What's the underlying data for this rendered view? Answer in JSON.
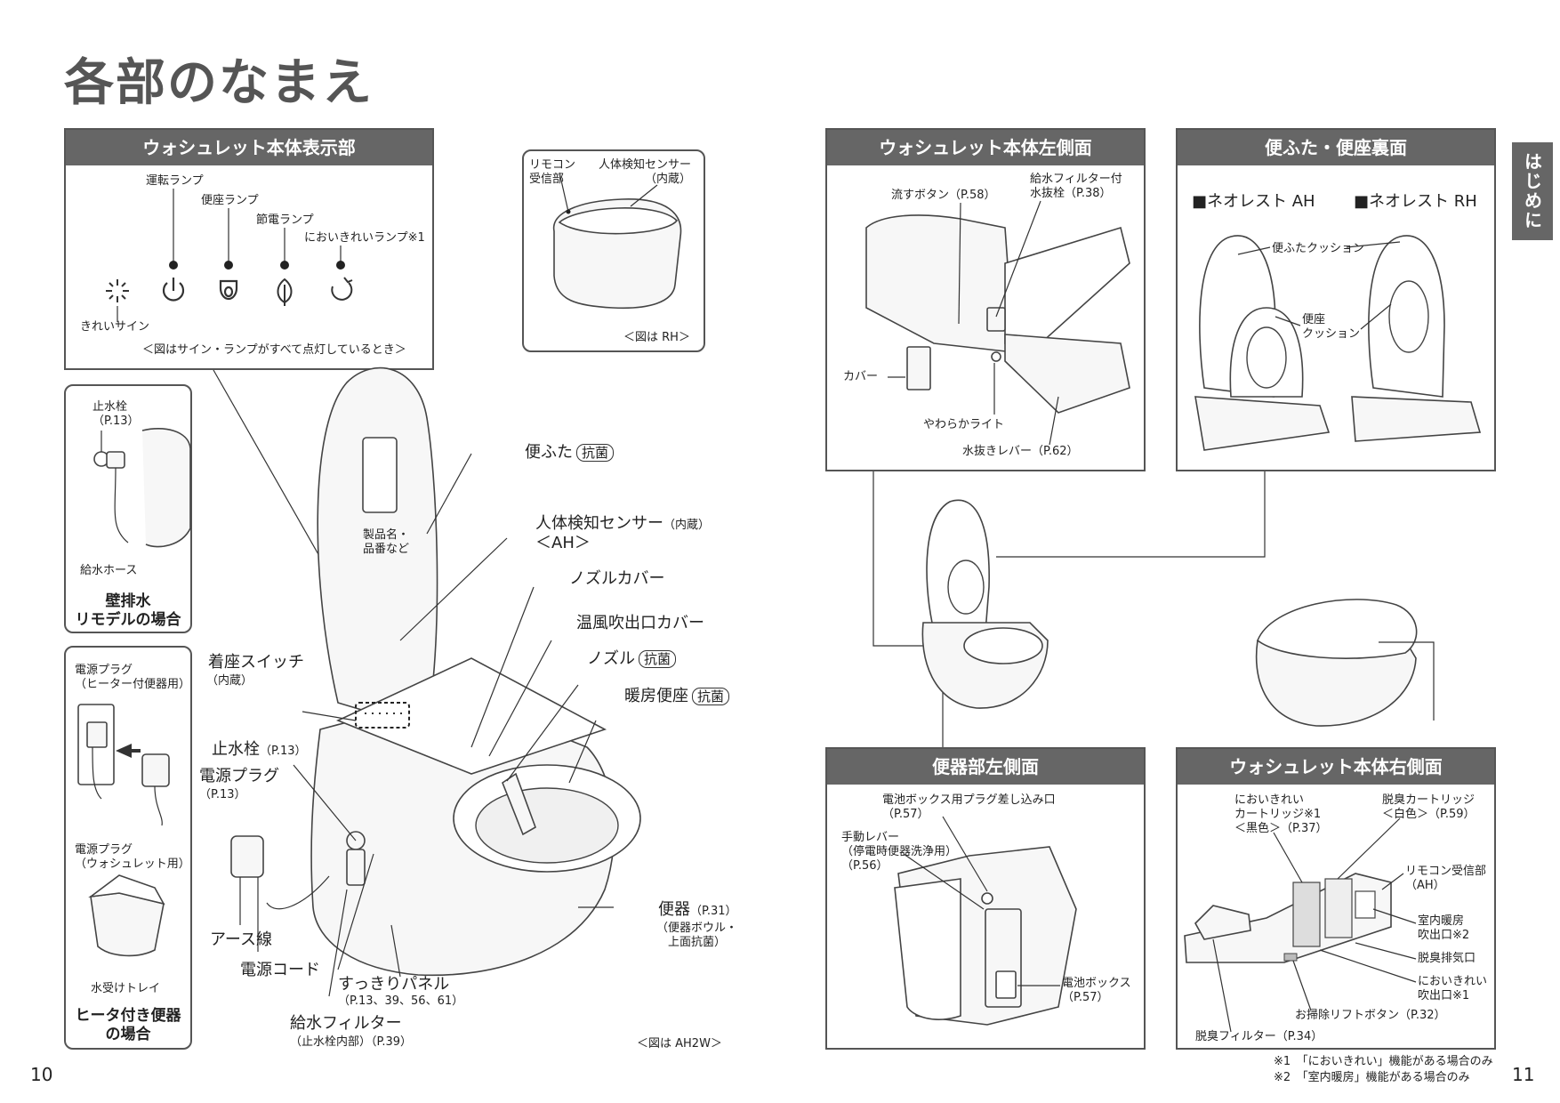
{
  "title": "各部のなまえ",
  "side_tab": "はじめに",
  "page_left": "10",
  "page_right": "11",
  "display_panel": {
    "header": "ウォシュレット本体表示部",
    "lamp_run": "運転ランプ",
    "lamp_seat": "便座ランプ",
    "lamp_eco": "節電ランプ",
    "lamp_odor": "においきれいランプ※1",
    "sign": "きれいサイン",
    "note": "＜図はサイン・ランプがすべて点灯しているとき＞"
  },
  "remote_panel": {
    "receiver": "リモコン\n受信部",
    "sensor": "人体検知センサー\n（内蔵）",
    "note": "＜図は RH＞"
  },
  "wall_panel": {
    "stop_valve": "止水栓\n（P.13）",
    "hose": "給水ホース",
    "caption": "壁排水\nリモデルの場合"
  },
  "heater_panel": {
    "plug1": "電源プラグ\n（ヒーター付便器用）",
    "plug2": "電源プラグ\n（ウォシュレット用）",
    "tray": "水受けトレイ",
    "caption": "ヒータ付き便器\nの場合"
  },
  "main": {
    "lid": "便ふた",
    "antibac": "抗菌",
    "sensor": "人体検知センサー",
    "sensor_sub": "（内蔵）",
    "sensor_ah": "＜AH＞",
    "product": "製品名・\n品番など",
    "nozzle_cover": "ノズルカバー",
    "dryer_cover": "温風吹出口カバー",
    "nozzle": "ノズル",
    "heated_seat": "暖房便座",
    "seat_switch": "着座スイッチ",
    "seat_switch_sub": "（内蔵）",
    "stop_valve": "止水栓",
    "stop_valve_ref": "（P.13）",
    "power_plug": "電源プラグ",
    "power_plug_ref": "（P.13）",
    "ground": "アース線",
    "cord": "電源コード",
    "panel": "すっきりパネル",
    "panel_ref": "（P.13、39、56、61）",
    "filter": "給水フィルター",
    "filter_ref": "（止水栓内部）（P.39）",
    "bowl": "便器",
    "bowl_ref": "（P.31）",
    "bowl_sub": "（便器ボウル・\n上面抗菌）",
    "note": "＜図は AH2W＞"
  },
  "left_side": {
    "header": "ウォシュレット本体左側面",
    "flush": "流すボタン（P.58）",
    "valve": "給水フィルター付\n水抜栓（P.38）",
    "cover": "カバー",
    "light": "やわらかライト",
    "drain": "水抜きレバー（P.62）"
  },
  "lid_back": {
    "header": "便ふた・便座裏面",
    "model_ah": "■ネオレスト AH",
    "model_rh": "■ネオレスト RH",
    "lid_cushion": "便ふたクッション",
    "seat_cushion": "便座\nクッション"
  },
  "bowl_side": {
    "header": "便器部左側面",
    "battery_plug": "電池ボックス用プラグ差し込み口\n（P.57）",
    "lever": "手動レバー\n（停電時便器洗浄用）\n（P.56）",
    "battery": "電池ボックス\n（P.57）"
  },
  "right_side": {
    "header": "ウォシュレット本体右側面",
    "cartridge_black": "においきれい\nカートリッジ※1\n＜黒色＞（P.37）",
    "cartridge_white": "脱臭カートリッジ\n＜白色＞（P.59）",
    "receiver": "リモコン受信部\n（AH）",
    "heater_outlet": "室内暖房\n吹出口※2",
    "deodor_exhaust": "脱臭排気口",
    "odor_outlet": "においきれい\n吹出口※1",
    "lift_button": "お掃除リフトボタン（P.32）",
    "deodor_filter": "脱臭フィルター（P.34）"
  },
  "footnotes": {
    "f1": "※1　「においきれい」機能がある場合のみ",
    "f2": "※2　「室内暖房」機能がある場合のみ"
  }
}
